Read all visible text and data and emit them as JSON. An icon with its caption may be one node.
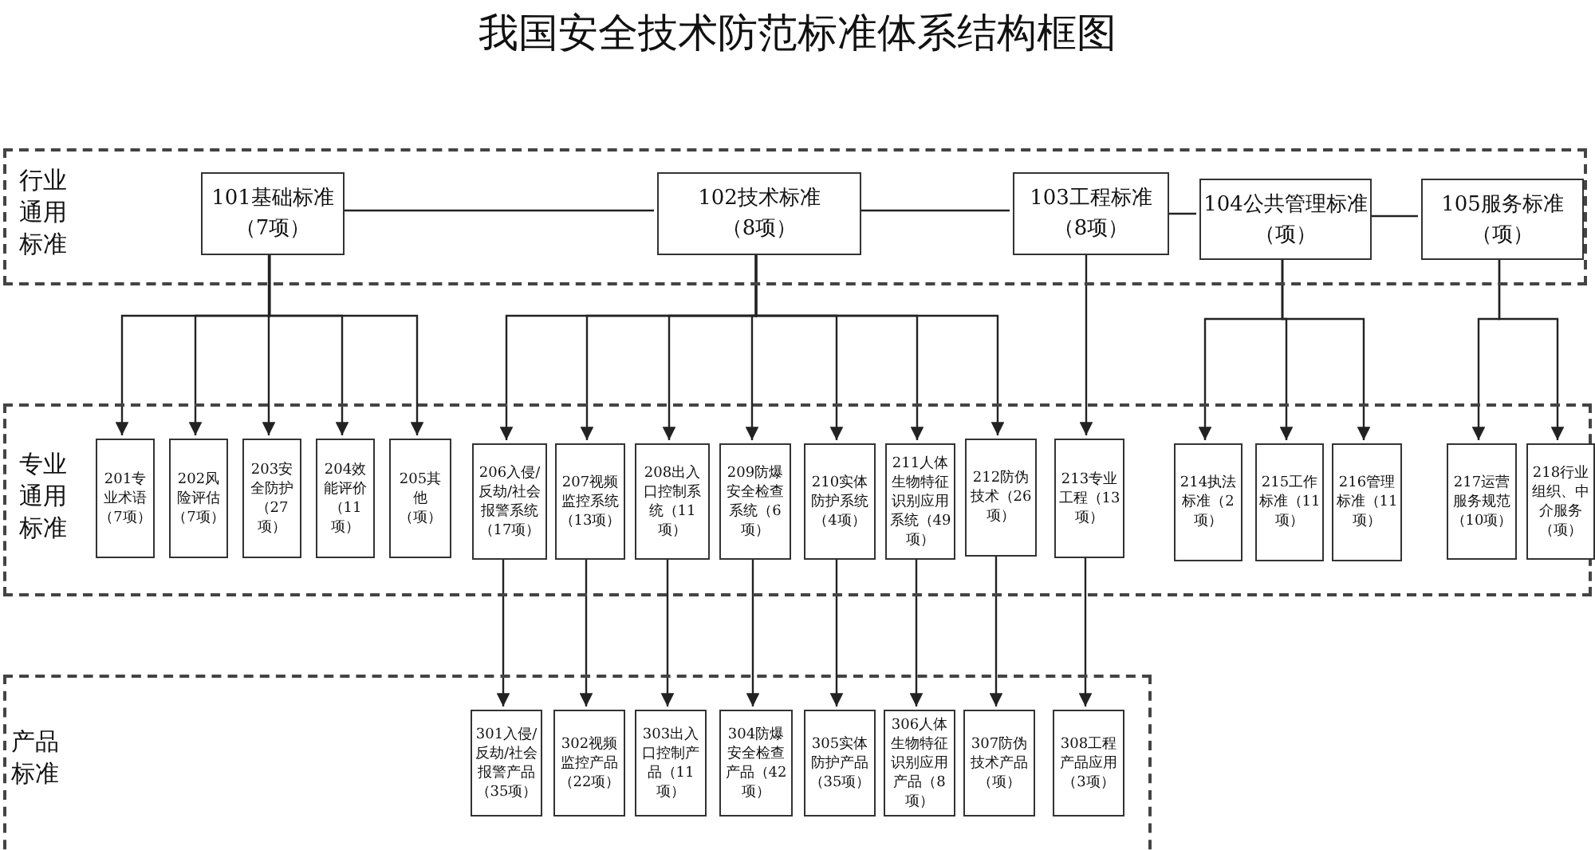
{
  "diagram": {
    "title": "我国安全技术防范标准体系结构框图",
    "nodes": [
      {
        "text": [
          "行业通用标准"
        ]
      },
      {
        "text": [
          "101基础标准",
          "（7项）"
        ],
        "in": 0
      },
      {
        "text": [
          "102技术标准",
          "（8项）"
        ],
        "in": 0
      },
      {
        "text": [
          "103工程标准",
          "（8项）"
        ],
        "in": 0
      },
      {
        "text": [
          "104公共管理标准",
          "（项）"
        ],
        "in": 0
      },
      {
        "text": [
          "105服务标准",
          "（项）"
        ],
        "in": 0
      },
      {
        "text": [
          "专业通用标准"
        ]
      },
      {
        "text": [
          "201专业术语（7项）"
        ],
        "in": 6
      },
      {
        "text": [
          "202风险评估（7项）"
        ],
        "in": 6
      },
      {
        "text": [
          "203安全防护（27项）"
        ],
        "in": 6
      },
      {
        "text": [
          "204效能评价（11项）"
        ],
        "in": 6
      },
      {
        "text": [
          "205其他（项）"
        ],
        "in": 6
      },
      {
        "text": [
          "206入侵/反劫/社会报警系统（17项）"
        ],
        "in": 6
      },
      {
        "text": [
          "207视频监控系统（13项）"
        ],
        "in": 6
      },
      {
        "text": [
          "208出入口控制系统（11项）"
        ],
        "in": 6
      },
      {
        "text": [
          "209防爆安全检查系统（6项）"
        ],
        "in": 6
      },
      {
        "text": [
          "210实体防护系统（4项）"
        ],
        "in": 6
      },
      {
        "text": [
          "211人体生物特征识别应用系统（49项）"
        ],
        "in": 6
      },
      {
        "text": [
          "212防伪技术（26项）"
        ],
        "in": 6
      },
      {
        "text": [
          "213专业工程（13项）"
        ],
        "in": 6
      },
      {
        "text": [
          "214执法标准（2项）"
        ],
        "in": 6
      },
      {
        "text": [
          "215工作标准（11项）"
        ],
        "in": 6
      },
      {
        "text": [
          "216管理标准（11项）"
        ],
        "in": 6
      },
      {
        "text": [
          "217运营服务规范（10项）"
        ],
        "in": 6
      },
      {
        "text": [
          "218行业组织、中介服务（项）"
        ],
        "in": 6
      },
      {
        "text": [
          "产品标准"
        ]
      },
      {
        "text": [
          "301入侵/反劫/社会报警产品（35项）"
        ],
        "in": 25
      },
      {
        "text": [
          "302视频监控产品（22项）"
        ],
        "in": 25
      },
      {
        "text": [
          "303出入口控制产品（11项）"
        ],
        "in": 25
      },
      {
        "text": [
          "304防爆安全检查产品（42项）"
        ],
        "in": 25
      },
      {
        "text": [
          "305实体防护产品（35项）"
        ],
        "in": 25
      },
      {
        "text": [
          "306人体生物特征识别应用产品（8项）"
        ],
        "in": 25
      },
      {
        "text": [
          "307防伪技术产品（项）"
        ],
        "in": 25
      },
      {
        "text": [
          "308工程产品应用（3项）"
        ],
        "in": 25
      }
    ],
    "edges": [
      {
        "from": 1,
        "to": 2,
        "arrow": "none"
      },
      {
        "from": 2,
        "to": 3,
        "arrow": "none"
      },
      {
        "from": 3,
        "to": 4,
        "arrow": "none"
      },
      {
        "from": 4,
        "to": 5,
        "arrow": "none"
      },
      {
        "from": 1,
        "to": 7,
        "arrow": "to"
      },
      {
        "from": 1,
        "to": 8,
        "arrow": "to"
      },
      {
        "from": 1,
        "to": 9,
        "arrow": "to"
      },
      {
        "from": 1,
        "to": 10,
        "arrow": "to"
      },
      {
        "from": 1,
        "to": 11,
        "arrow": "to"
      },
      {
        "from": 2,
        "to": 12,
        "arrow": "to"
      },
      {
        "from": 2,
        "to": 13,
        "arrow": "to"
      },
      {
        "from": 2,
        "to": 14,
        "arrow": "to"
      },
      {
        "from": 2,
        "to": 15,
        "arrow": "to"
      },
      {
        "from": 2,
        "to": 16,
        "arrow": "to"
      },
      {
        "from": 2,
        "to": 17,
        "arrow": "to"
      },
      {
        "from": 2,
        "to": 18,
        "arrow": "to"
      },
      {
        "from": 3,
        "to": 19,
        "arrow": "to"
      },
      {
        "from": 4,
        "to": 20,
        "arrow": "to"
      },
      {
        "from": 4,
        "to": 21,
        "arrow": "to"
      },
      {
        "from": 4,
        "to": 22,
        "arrow": "to"
      },
      {
        "from": 5,
        "to": 23,
        "arrow": "to"
      },
      {
        "from": 5,
        "to": 24,
        "arrow": "to"
      },
      {
        "from": 12,
        "to": 26,
        "arrow": "to"
      },
      {
        "from": 13,
        "to": 27,
        "arrow": "to"
      },
      {
        "from": 14,
        "to": 28,
        "arrow": "to"
      },
      {
        "from": 15,
        "to": 29,
        "arrow": "to"
      },
      {
        "from": 16,
        "to": 30,
        "arrow": "to"
      },
      {
        "from": 17,
        "to": 31,
        "arrow": "to"
      },
      {
        "from": 18,
        "to": 32,
        "arrow": "to"
      },
      {
        "from": 19,
        "to": 33,
        "arrow": "to"
      }
    ]
  }
}
